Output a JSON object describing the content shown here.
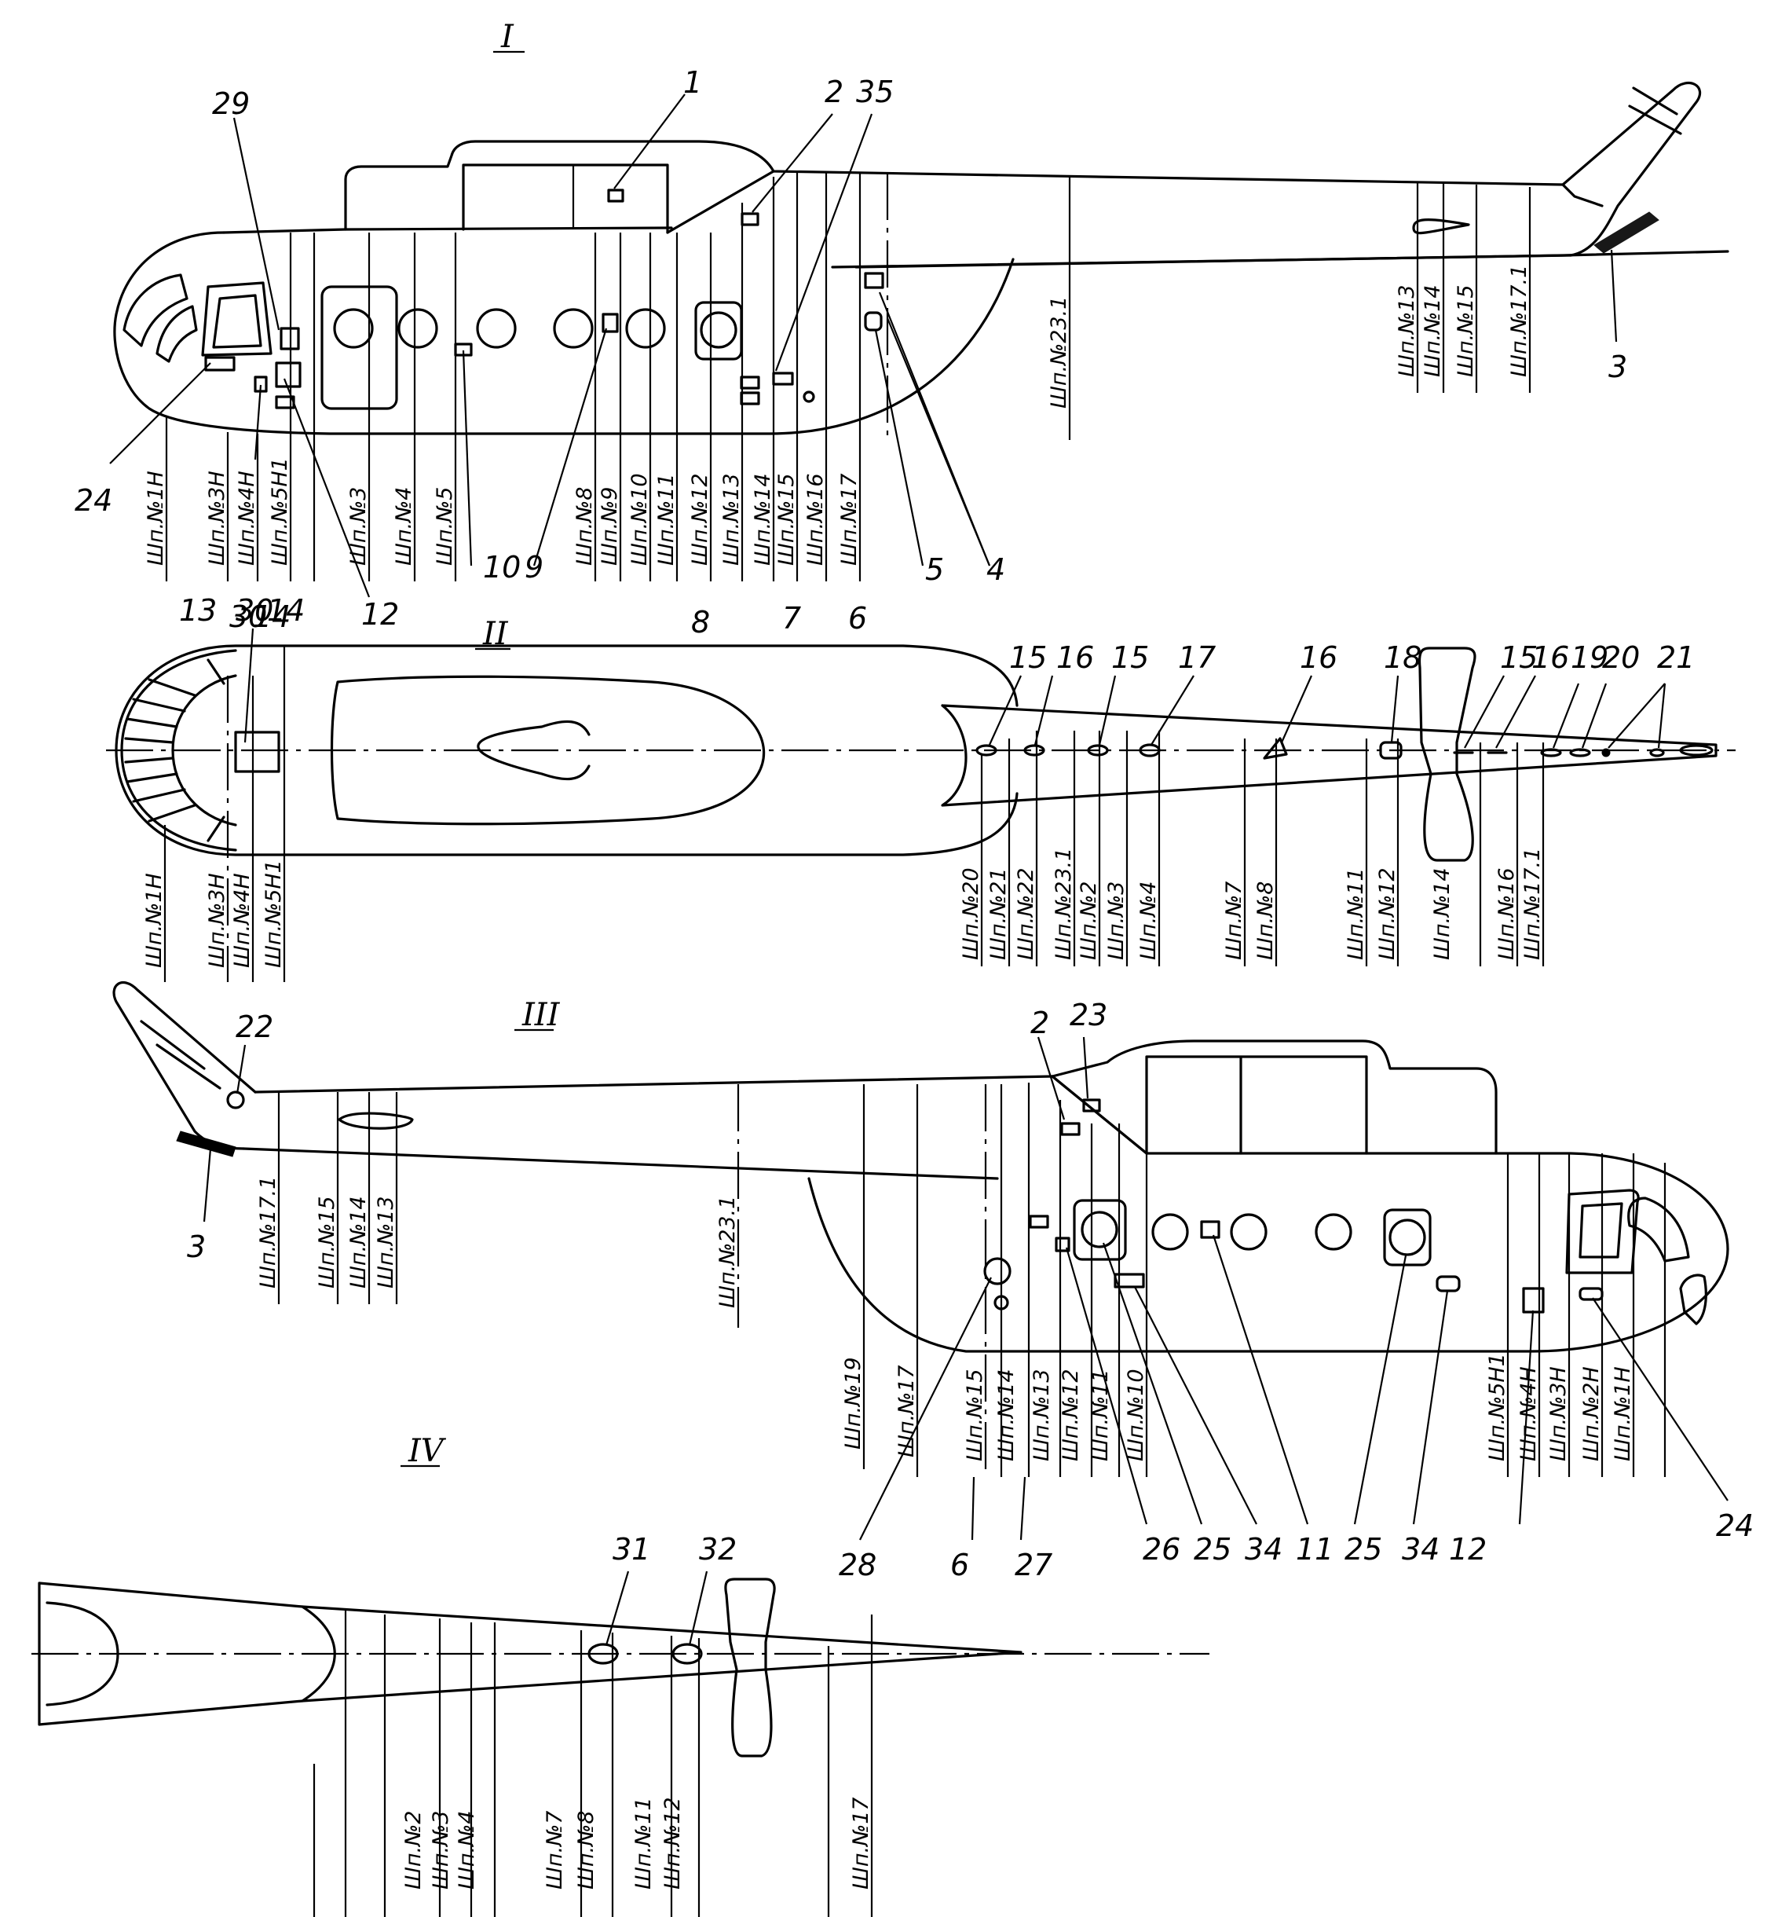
{
  "views": [
    {
      "id": "I",
      "label": "I"
    },
    {
      "id": "II",
      "label": "II"
    },
    {
      "id": "III",
      "label": "III"
    },
    {
      "id": "IV",
      "label": "IV"
    }
  ],
  "frames": {
    "view1": [
      "Шп.№1Н",
      "Шп.№3Н",
      "Шп.№4Н",
      "Шп.№5Н1",
      "Шп.№3",
      "Шп.№4",
      "Шп.№5",
      "Шп.№8",
      "Шп.№9",
      "Шп.№10",
      "Шп.№11",
      "Шп.№12",
      "Шп.№13",
      "Шп.№14",
      "Шп.№15",
      "Шп.№16",
      "Шп.№17",
      "Шп.№23.1",
      "Шп.№13",
      "Шп.№14",
      "Шп.№15",
      "Шп.№17.1"
    ],
    "view2": [
      "Шп.№1Н",
      "Шп.№3Н",
      "Шп.№4Н",
      "Шп.№5Н1",
      "Шп.№20",
      "Шп.№21",
      "Шп.№22",
      "Шп.№23.1",
      "Шп.№2",
      "Шп.№3",
      "Шп.№4",
      "Шп.№7",
      "Шп.№8",
      "Шп.№11",
      "Шп.№12",
      "Шп.№14",
      "Шп.№16",
      "Шп.№17.1"
    ],
    "view3": [
      "Шп.№17.1",
      "Шп.№15",
      "Шп.№14",
      "Шп.№13",
      "Шп.№23.1",
      "Шп.№19",
      "Шп.№17",
      "Шп.№15",
      "Шп.№14",
      "Шп.№13",
      "Шп.№12",
      "Шп.№11",
      "Шп.№10",
      "Шп.№5Н1",
      "Шп.№4Н",
      "Шп.№3Н",
      "Шп.№2Н",
      "Шп.№1Н"
    ],
    "view4": [
      "Шп.№2",
      "Шп.№3",
      "Шп.№4",
      "Шп.№7",
      "Шп.№8",
      "Шп.№11",
      "Шп.№12",
      "Шп.№17"
    ]
  },
  "callouts": {
    "view1": [
      "1",
      "2",
      "35",
      "29",
      "3",
      "24",
      "13",
      "30",
      "14",
      "12",
      "10",
      "9",
      "8",
      "7",
      "6",
      "5",
      "4"
    ],
    "view2": [
      "15",
      "16",
      "15",
      "17",
      "16",
      "18",
      "15",
      "16",
      "19",
      "20",
      "21"
    ],
    "view3": [
      "22",
      "2",
      "23",
      "3",
      "28",
      "6",
      "27",
      "26",
      "25",
      "34",
      "11",
      "25",
      "34",
      "12",
      "24"
    ],
    "view4": [
      "31",
      "32"
    ]
  }
}
